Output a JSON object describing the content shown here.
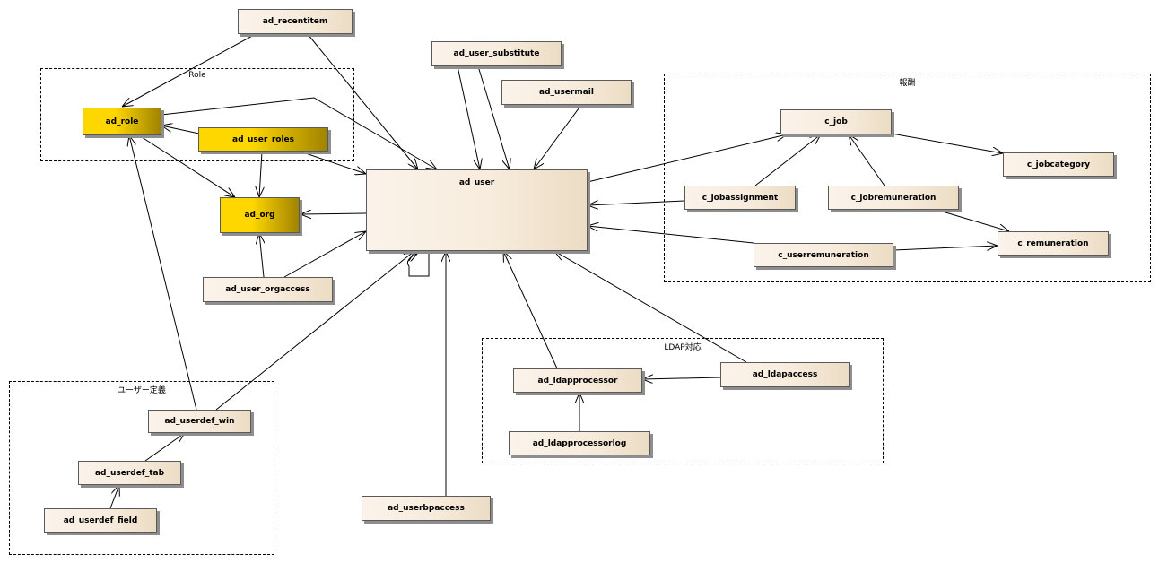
{
  "groups": {
    "role": {
      "label": "Role"
    },
    "reward": {
      "label": "報酬"
    },
    "ldap": {
      "label": "LDAP対応"
    },
    "userdef": {
      "label": "ユーザー定義"
    }
  },
  "entities": {
    "ad_recentitem": "ad_recentitem",
    "ad_user_substitute": "ad_user_substitute",
    "ad_usermail": "ad_usermail",
    "ad_role": "ad_role",
    "ad_user_roles": "ad_user_roles",
    "ad_org": "ad_org",
    "ad_user": "ad_user",
    "ad_user_orgaccess": "ad_user_orgaccess",
    "c_job": "c_job",
    "c_jobcategory": "c_jobcategory",
    "c_jobassignment": "c_jobassignment",
    "c_jobremuneration": "c_jobremuneration",
    "c_remuneration": "c_remuneration",
    "c_userremuneration": "c_userremuneration",
    "ad_ldapprocessor": "ad_ldapprocessor",
    "ad_ldapaccess": "ad_ldapaccess",
    "ad_ldapprocessorlog": "ad_ldapprocessorlog",
    "ad_userdef_win": "ad_userdef_win",
    "ad_userdef_tab": "ad_userdef_tab",
    "ad_userdef_field": "ad_userdef_field",
    "ad_userbpaccess": "ad_userbpaccess"
  },
  "colors": {
    "highlight": "#ffd700",
    "highlight_dark": "#a08300",
    "entity_fill": "#f7ecdd",
    "line": "#000000"
  }
}
